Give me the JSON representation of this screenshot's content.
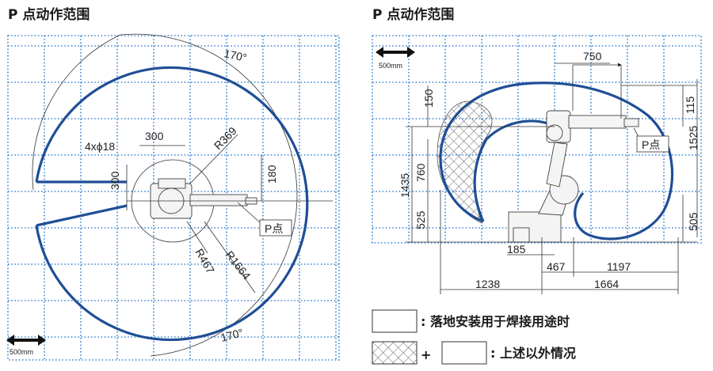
{
  "left_panel": {
    "title": "P 点动作范围",
    "scale_label": "500mm",
    "angle_top": "170°",
    "angle_bottom": "170°",
    "base_hole_label": "4xϕ18",
    "dim_300_horizontal": "300",
    "dim_300_vertical": "300",
    "radius_369": "R369",
    "dim_180": "180",
    "p_point_label": "P点",
    "radius_467": "R467",
    "radius_1664": "R1664"
  },
  "right_panel": {
    "title": "P 点动作范围",
    "scale_label": "500mm",
    "dim_750": "750",
    "dim_150": "150",
    "dim_115": "115",
    "dim_1525": "1525",
    "dim_1435": "1435",
    "dim_760": "760",
    "dim_525": "525",
    "dim_505": "505",
    "dim_185": "185",
    "dim_467": "467",
    "dim_1197": "1197",
    "dim_1238": "1238",
    "dim_1664": "1664",
    "p_point_label": "P点"
  },
  "legend": {
    "item1": ": 落地安装用于焊接用途时",
    "item2_plus": "+",
    "item2": ": 上述以外情况"
  },
  "colors": {
    "range_outline": "#1f4e96",
    "grid": "#3a86d4"
  }
}
